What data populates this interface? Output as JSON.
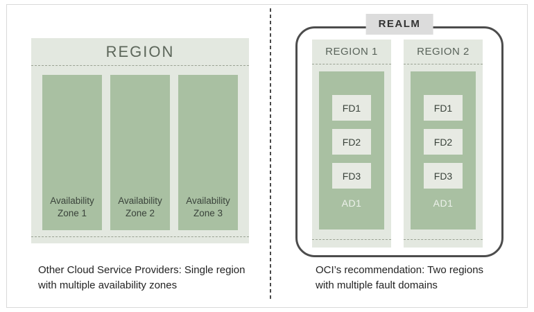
{
  "left": {
    "region_title": "REGION",
    "zones": [
      "Availability Zone 1",
      "Availability Zone 2",
      "Availability Zone 3"
    ],
    "caption": [
      "Other Cloud Service Providers: Single region",
      "with multiple availability zones"
    ]
  },
  "right": {
    "realm_label": "REALM",
    "regions": [
      {
        "title": "REGION 1",
        "fault_domains": [
          "FD1",
          "FD2",
          "FD3"
        ],
        "ad_label": "AD1"
      },
      {
        "title": "REGION 2",
        "fault_domains": [
          "FD1",
          "FD2",
          "FD3"
        ],
        "ad_label": "AD1"
      }
    ],
    "caption": [
      "OCI’s recommendation: Two regions",
      "with multiple fault domains"
    ]
  },
  "colors": {
    "panel_light_green": "#e3e8e0",
    "panel_green": "#a9c0a2",
    "fd_box": "#e7eae3",
    "realm_border": "#4c4c4c",
    "realm_label_bg": "#dcdcdc",
    "dashed_line": "#99a192",
    "text_dark": "#39423a",
    "title_text": "#5c665a",
    "ad_label_text": "#eef2ec",
    "caption_text": "#222222"
  }
}
